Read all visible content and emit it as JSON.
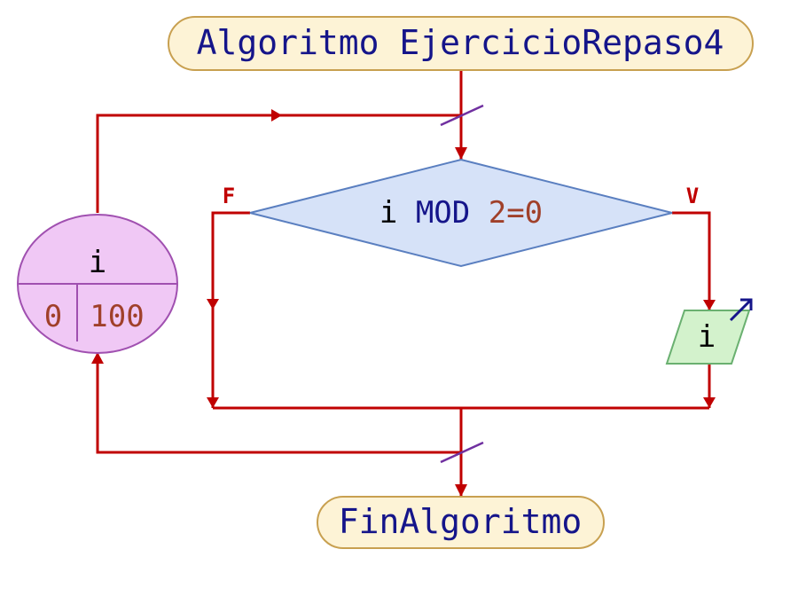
{
  "algorithm": {
    "start_label": "Algoritmo EjercicioRepaso4",
    "end_label": "FinAlgoritmo"
  },
  "loop": {
    "variable": "i",
    "from": "0",
    "to": "100"
  },
  "decision": {
    "var": "i",
    "op": "MOD",
    "rhs": "2=0",
    "false_label": "F",
    "true_label": "V"
  },
  "output": {
    "text": "i"
  },
  "colors": {
    "flow": "#c00000",
    "terminal_fill": "#fdf3d6",
    "terminal_stroke": "#c8a050",
    "decision_fill": "#d6e2f8",
    "decision_stroke": "#5a7fc0",
    "loop_fill": "#f0c8f5",
    "loop_stroke": "#a050b0",
    "output_fill": "#d3f2cc",
    "output_stroke": "#6ab070",
    "keyword_text": "#15158a",
    "number_text": "#a0402a",
    "plain_text": "#000000",
    "slash": "#7030a0"
  }
}
